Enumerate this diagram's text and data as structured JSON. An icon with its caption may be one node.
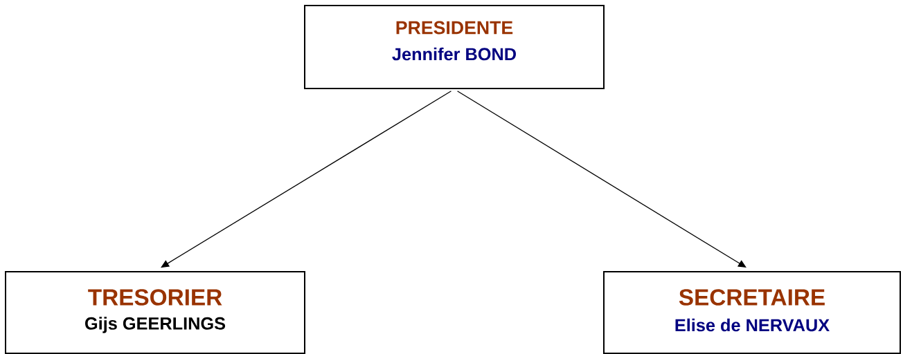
{
  "diagram": {
    "nodes": [
      {
        "text": [
          "PRESIDENTE",
          "Jennifer BOND"
        ]
      },
      {
        "text": [
          "TRESORIER",
          "Gijs GEERLINGS"
        ]
      },
      {
        "text": [
          "SECRETAIRE",
          "Elise de NERVAUX"
        ]
      }
    ],
    "edges": [
      {
        "from": 0,
        "to": 1,
        "arrow": "to"
      },
      {
        "from": 0,
        "to": 2,
        "arrow": "to"
      }
    ]
  }
}
